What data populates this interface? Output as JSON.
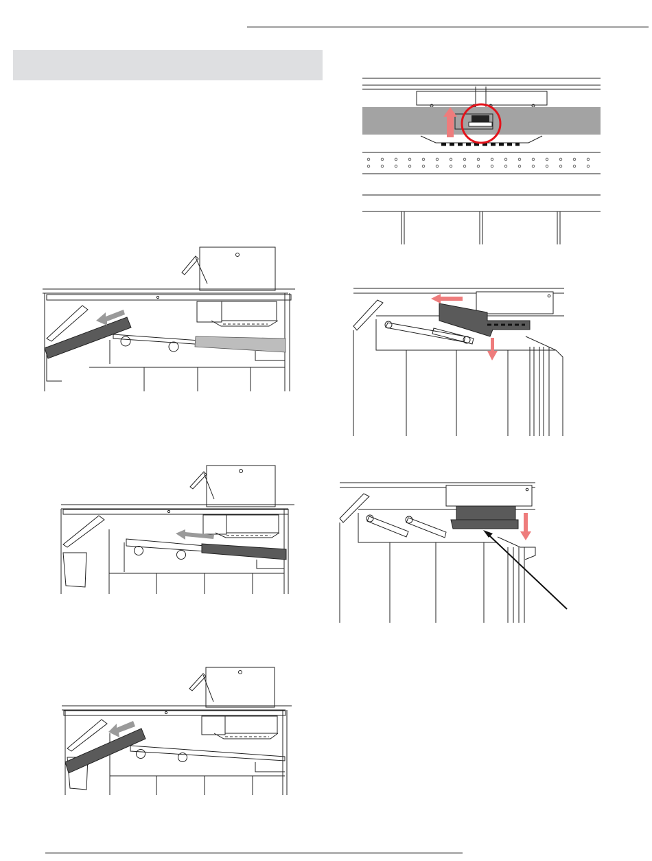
{
  "page": {
    "section_heading": "",
    "colors": {
      "rule": "#b3b3b3",
      "banner": "#dedfe1",
      "outline": "#222222",
      "dark_part": "#5a5a5a",
      "light_part": "#bdbdbd",
      "arrow_gray": "#9a9a9a",
      "arrow_red": "#ee7c7c",
      "highlight_circle": "#e3131b",
      "shelf_band": "#a3a3a3"
    }
  },
  "figures": [
    {
      "id": "fig-left-1",
      "icons": [
        "drawer-tilted",
        "slide-arrow-left"
      ]
    },
    {
      "id": "fig-left-2",
      "icons": [
        "drawer-on-rails",
        "slide-arrow-left"
      ]
    },
    {
      "id": "fig-left-3",
      "icons": [
        "drawer-tilted",
        "slide-arrow-left"
      ]
    },
    {
      "id": "fig-right-1",
      "icons": [
        "latch-highlight-circle",
        "lift-arrow-up"
      ]
    },
    {
      "id": "fig-right-2",
      "icons": [
        "shelf-bracket",
        "arrow-left",
        "arrow-down"
      ]
    },
    {
      "id": "fig-right-3",
      "icons": [
        "shelf-bracket",
        "arrow-down",
        "callout-arrow"
      ]
    }
  ]
}
